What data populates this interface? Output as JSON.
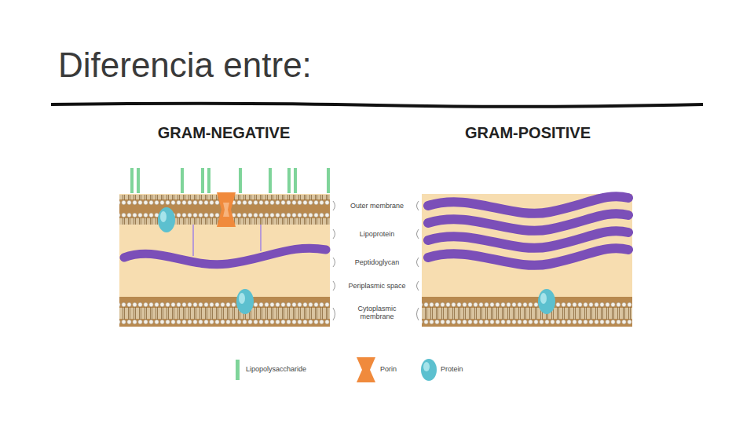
{
  "diagram": {
    "title": "Diferencia entre:",
    "labels": [
      "GRAM-NEGATIVE",
      "GRAM-POSITIVE",
      "Outer membrane",
      "Lipoprotein",
      "Peptidoglycan",
      "Periplasmic space",
      "Cytoplasmic membrane"
    ],
    "legend": [
      {
        "text": "Lipopolysaccharide"
      },
      {
        "text": "Porin"
      },
      {
        "text": "Protein"
      }
    ]
  }
}
